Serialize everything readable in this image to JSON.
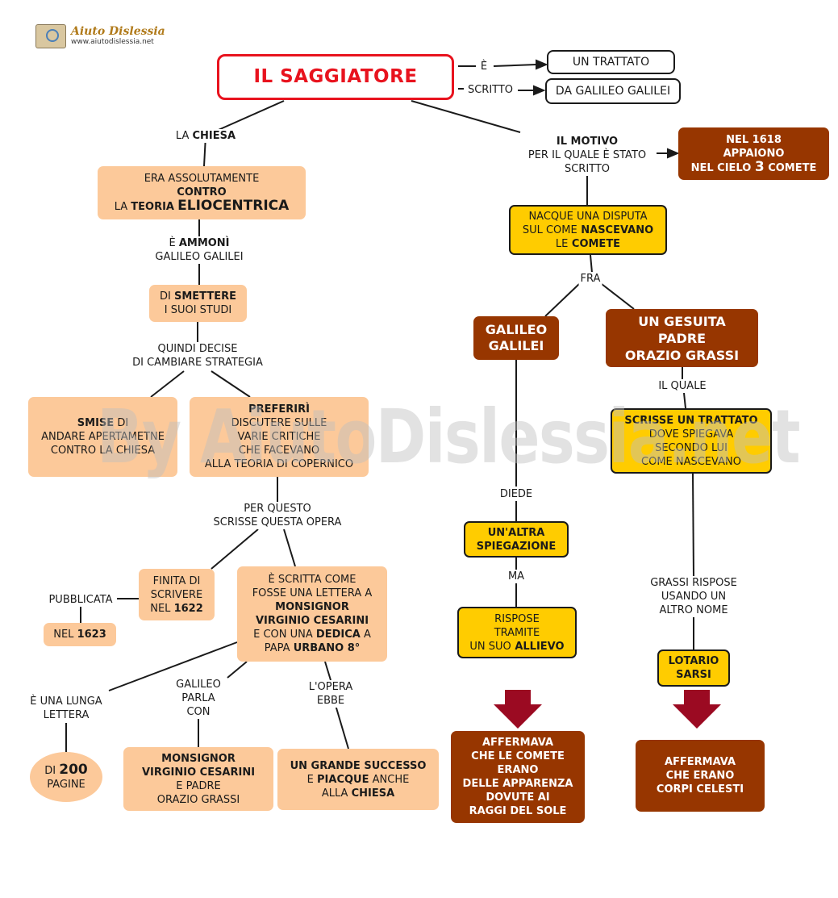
{
  "logo": {
    "name": "Aiuto Dislessia",
    "url": "www.aiutodislessia.net"
  },
  "watermark": "By AiutoDislessia.net",
  "title": "IL SAGGIATORE",
  "top_right": {
    "e_label": "È",
    "trattato": "UN TRATTATO",
    "scritto_label": "SCRITTO",
    "galileo": "DA GALILEO GALILEI"
  },
  "left": {
    "la": "LA",
    "chiesa": "CHIESA",
    "eliocentrica_box": {
      "l1": "ERA ASSOLUTAMENTE",
      "l2": "CONTRO",
      "l3a": "LA",
      "l3b": "TEORIA",
      "l3c": "ELIOCENTRICA"
    },
    "ammoni_label": {
      "a": "È",
      "b": "AMMONÌ",
      "l2": "GALILEO GALILEI"
    },
    "smettere_box": {
      "a": "DI",
      "b": "SMETTERE",
      "l2": "I SUOI STUDI"
    },
    "quindi_label": {
      "l1": "QUINDI DECISE",
      "l2": "DI CAMBIARE STRATEGIA"
    },
    "smise_box": {
      "a": "SMISE",
      "b": "DI",
      "l2": "ANDARE APERTAMETNE",
      "l3": "CONTRO LA CHIESA"
    },
    "preferiri_box": {
      "l1": "PREFERIRÌ",
      "l2": "DISCUTERE SULLE",
      "l3": "VARIE CRITICHE",
      "l4": "CHE FACEVANO",
      "l5": "ALLA TEORIA DI COPERNICO"
    },
    "per_questo_label": {
      "l1": "PER QUESTO",
      "l2": "SCRISSE QUESTA OPERA"
    },
    "finita_box": {
      "l1": "FINITA DI",
      "l2": "SCRIVERE",
      "l3a": "NEL",
      "l3b": "1622"
    },
    "pubblicata_label": "PUBBLICATA",
    "nel1623_box": {
      "a": "NEL",
      "b": "1623"
    },
    "scritta_box": {
      "l1": "È SCRITTA COME",
      "l2": "FOSSE UNA LETTERA A",
      "l3": "MONSIGNOR",
      "l4": "VIRGINIO CESARINI",
      "l5a": "E CON UNA",
      "l5b": "DEDICA",
      "l5c": "A",
      "l6a": "PAPA",
      "l6b": "URBANO 8°"
    },
    "lunga_label": {
      "l1": "È UNA LUNGA",
      "l2": "LETTERA"
    },
    "pagine_box": {
      "a": "DI",
      "b": "200",
      "l2": "PAGINE"
    },
    "parla_label": {
      "l1": "GALILEO",
      "l2": "PARLA",
      "l3": "CON"
    },
    "monsignor_box": {
      "l1": "MONSIGNOR",
      "l2": "VIRGINIO CESARINI",
      "l3": "E PADRE",
      "l4": "ORAZIO GRASSI"
    },
    "opera_label": {
      "l1": "L'OPERA",
      "l2": "EBBE"
    },
    "successo_box": {
      "l1": "UN GRANDE SUCCESSO",
      "l2a": "E",
      "l2b": "PIACQUE",
      "l2c": "ANCHE",
      "l3a": "ALLA",
      "l3b": "CHIESA"
    }
  },
  "right": {
    "motivo_label": {
      "l1": "IL MOTIVO",
      "l2": "PER IL QUALE È STATO",
      "l3": "SCRITTO"
    },
    "comete_box": {
      "l1": "NEL 1618",
      "l2": "APPAIONO",
      "l3a": "NEL CIELO",
      "l3b": "3",
      "l3c": "COMETE"
    },
    "disputa_box": {
      "l1": "NACQUE UNA DISPUTA",
      "l2a": "SUL COME",
      "l2b": "NASCEVANO",
      "l3a": "LE",
      "l3b": "COMETE"
    },
    "fra_label": "FRA",
    "galileo_box": {
      "l1": "GALILEO",
      "l2": "GALILEI"
    },
    "gesuita_box": {
      "l1": "UN  GESUITA",
      "l2": "PADRE",
      "l3": "ORAZIO GRASSI"
    },
    "il_quale_label": "IL QUALE",
    "scrisse_box": {
      "l1": "SCRISSE UN TRATTATO",
      "l2": "DOVE SPIEGAVA",
      "l3": "SECONDO LUI",
      "l4": "COME NASCEVANO"
    },
    "diede_label": "DIEDE",
    "altra_box": {
      "l1": "UN'ALTRA",
      "l2": "SPIEGAZIONE"
    },
    "ma_label": "MA",
    "rispose_box": {
      "l1": "RISPOSE",
      "l2": "TRAMITE",
      "l3a": "UN SUO",
      "l3b": "ALLIEVO"
    },
    "grassi_label": {
      "l1": "GRASSI RISPOSE",
      "l2": "USANDO UN",
      "l3": "ALTRO NOME"
    },
    "lotario_box": {
      "l1": "LOTARIO",
      "l2": "SARSI"
    },
    "affermava_left": {
      "l1": "AFFERMAVA",
      "l2": "CHE LE COMETE",
      "l3": "ERANO",
      "l4": "DELLE APPARENZA",
      "l5": "DOVUTE AI",
      "l6": "RAGGI DEL SOLE"
    },
    "affermava_right": {
      "l1": "AFFERMAVA",
      "l2": "CHE ERANO",
      "l3": "CORPI CELESTI"
    }
  },
  "colors": {
    "title_red": "#e8131e",
    "peach": "#fcc99a",
    "yellow": "#ffcc00",
    "brown": "#973600",
    "arrow_red": "#9b0a22"
  },
  "icons": [
    "logo-book-icon",
    "down-arrow-icon"
  ]
}
